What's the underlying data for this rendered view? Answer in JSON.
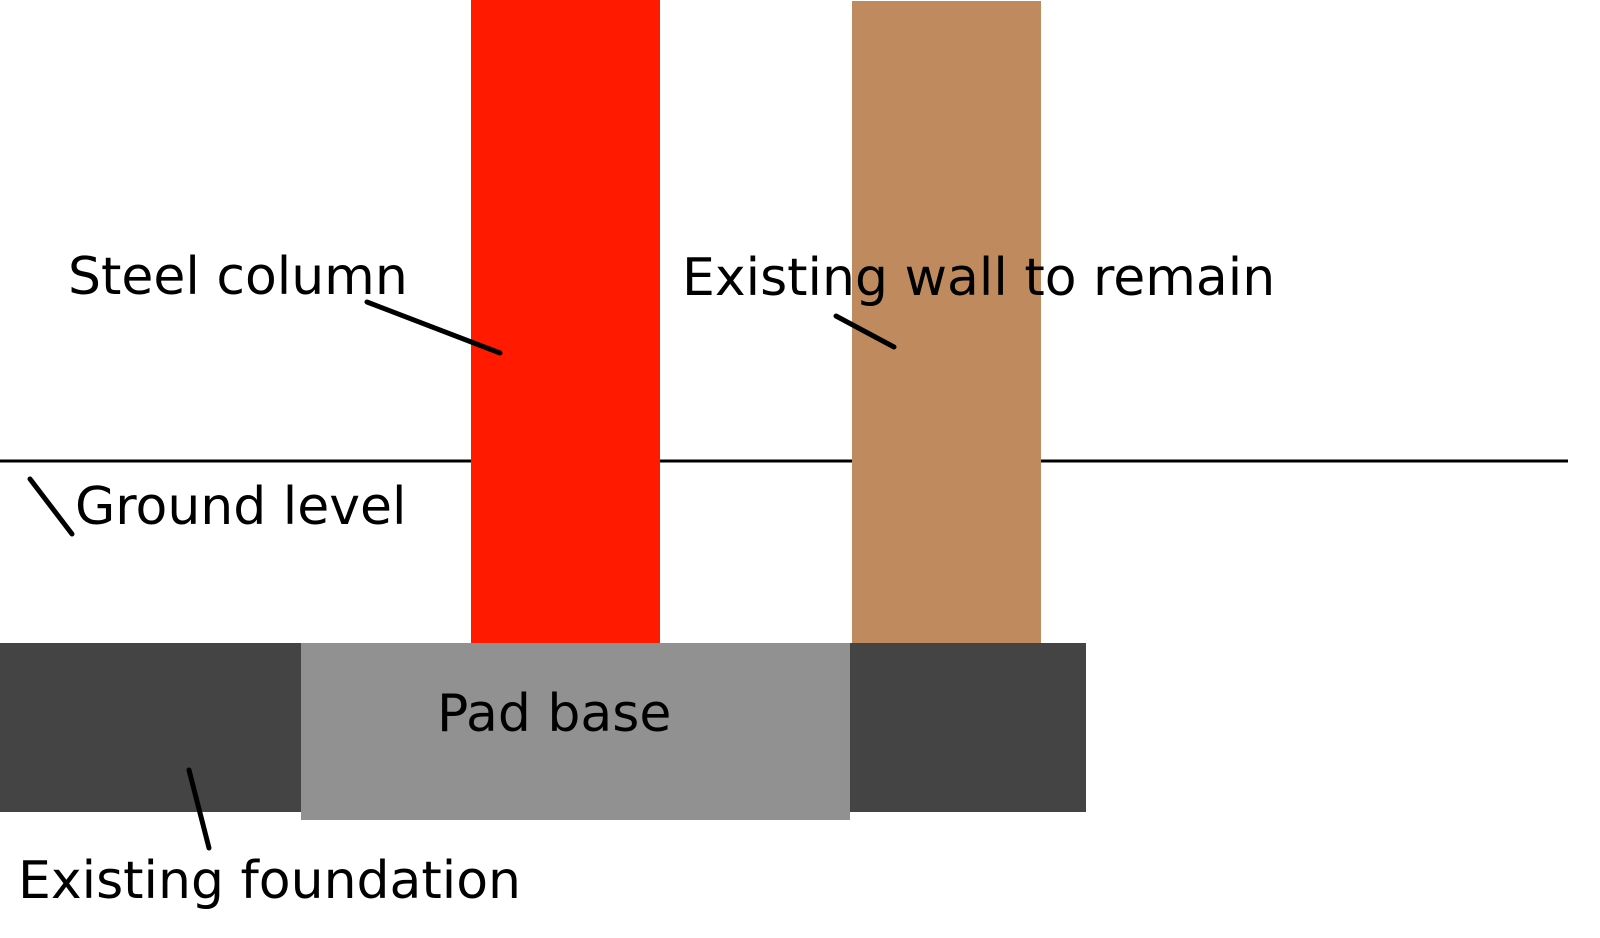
{
  "labels": {
    "steel_column": "Steel column",
    "existing_wall": "Existing wall to remain",
    "ground_level": "Ground level",
    "pad_base": "Pad base",
    "existing_foundation": "Existing foundation"
  },
  "colors": {
    "steel_column": "#ff1a00",
    "existing_wall": "#bf8b5e",
    "existing_foundation": "#444444",
    "pad_base": "#919191",
    "lines": "#000000"
  }
}
